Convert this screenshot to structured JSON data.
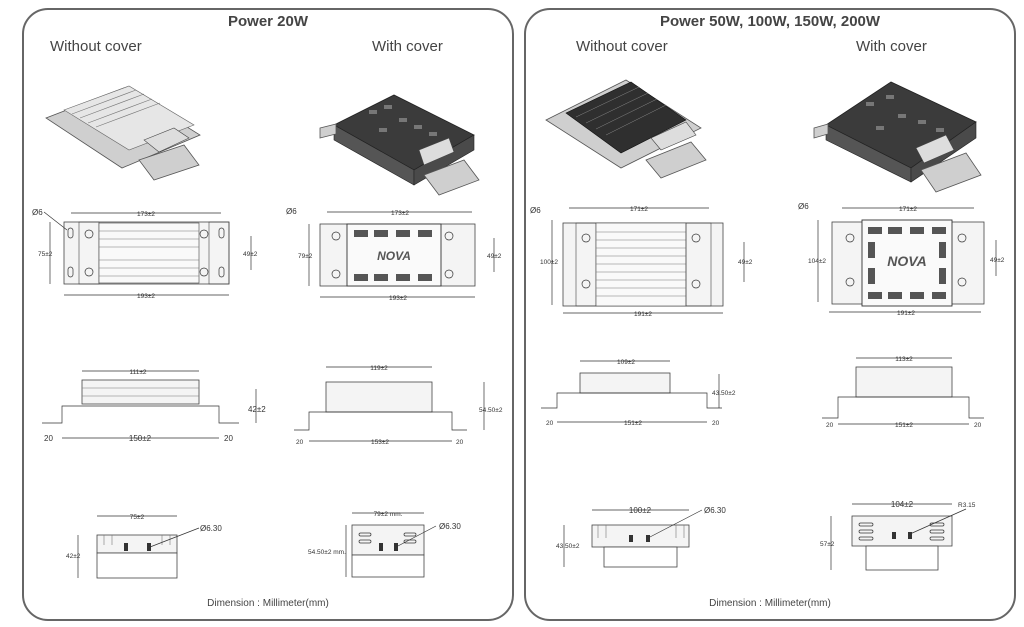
{
  "panels": [
    {
      "title": "Power 20W",
      "without_cover": {
        "label": "Without cover",
        "top_view": {
          "hole": "Ø6",
          "mount_span": "173±2",
          "height": "75±2",
          "terminal_span": "49±2",
          "total_length": "193±2"
        },
        "side_view": {
          "body_length": "111±2",
          "height": "42±2",
          "base_length": "150±2",
          "flange_left": "20",
          "flange_right": "20"
        },
        "end_view": {
          "width": "75±2",
          "height": "42±2",
          "hole": "Ø6.30"
        }
      },
      "with_cover": {
        "label": "With cover",
        "logo": "NOVA",
        "top_view": {
          "hole": "Ø6",
          "mount_span": "173±2",
          "height": "79±2",
          "terminal_span": "49±2",
          "total_length": "193±2"
        },
        "side_view": {
          "body_length": "119±2",
          "height": "54.50±2",
          "base_length": "153±2",
          "flange_left": "20",
          "flange_right": "20"
        },
        "end_view": {
          "width": "79±2 mm.",
          "height": "54.50±2 mm.",
          "hole": "Ø6.30"
        }
      },
      "footer": "Dimension : Millimeter(mm)"
    },
    {
      "title": "Power 50W, 100W, 150W, 200W",
      "without_cover": {
        "label": "Without cover",
        "top_view": {
          "hole": "Ø6",
          "mount_span": "171±2",
          "height": "100±2",
          "terminal_span": "49±2",
          "total_length": "191±2"
        },
        "side_view": {
          "body_length": "109±2",
          "height": "43.50±2",
          "base_length": "151±2",
          "flange_left": "20",
          "flange_right": "20"
        },
        "end_view": {
          "width": "100±2",
          "height": "43.50±2",
          "hole": "Ø6.30"
        }
      },
      "with_cover": {
        "label": "With cover",
        "logo": "NOVA",
        "top_view": {
          "hole": "Ø6",
          "mount_span": "171±2",
          "height": "104±2",
          "terminal_span": "49±2",
          "total_length": "191±2"
        },
        "side_view": {
          "body_length": "113±2",
          "base_length": "151±2",
          "flange_left": "20",
          "flange_right": "20"
        },
        "end_view": {
          "width": "104±2",
          "height": "57±2",
          "hole": "R3.15"
        }
      },
      "footer": "Dimension : Millimeter(mm)"
    }
  ]
}
